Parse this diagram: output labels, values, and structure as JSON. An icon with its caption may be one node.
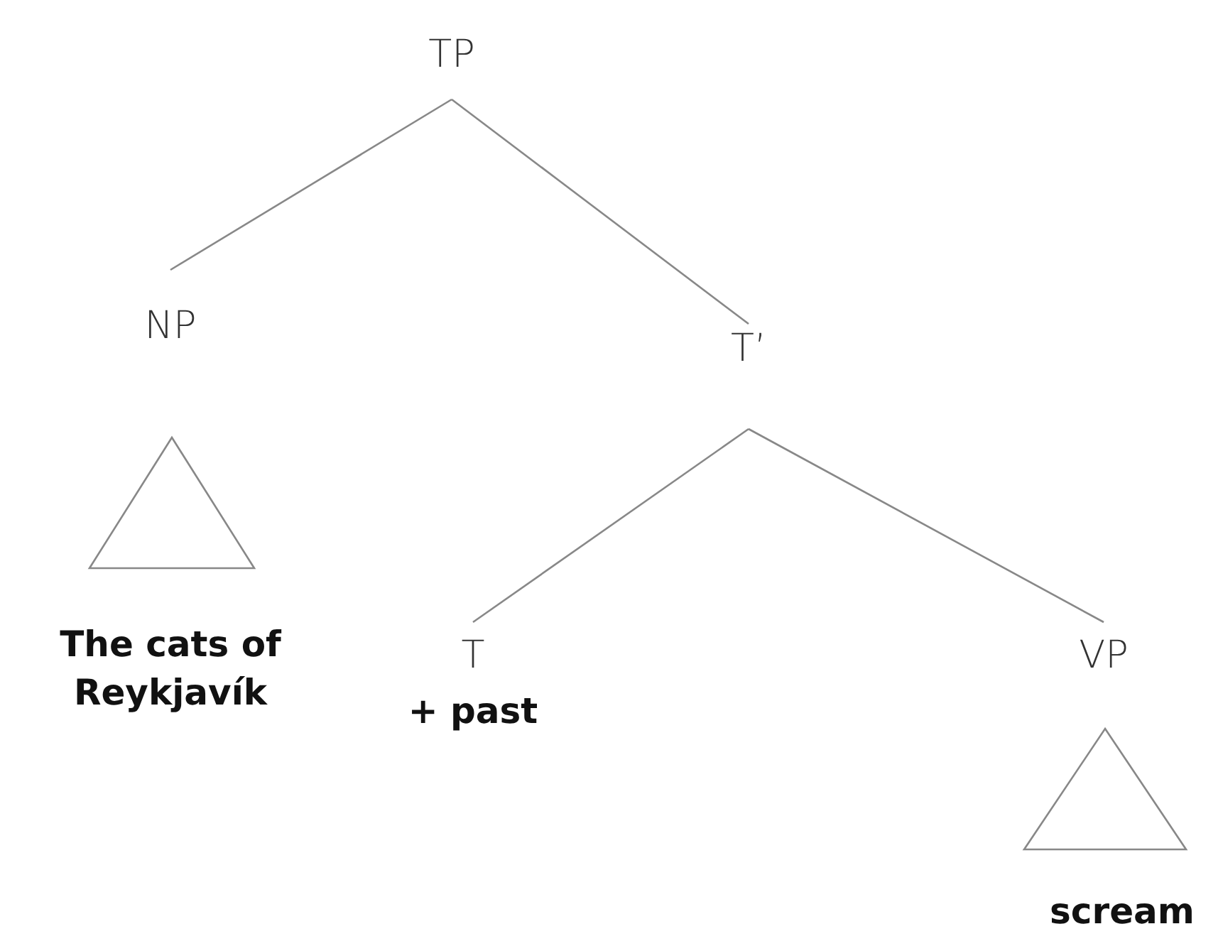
{
  "diagram": {
    "nodes": [
      {
        "text": [
          "TP"
        ]
      },
      {
        "text": [
          "NP"
        ]
      },
      {
        "text": [
          "T’"
        ]
      },
      {
        "text": [],
        "shape": "triangle"
      },
      {
        "text": [
          "The cats of Reykjavík"
        ]
      },
      {
        "text": [
          "T"
        ],
        "beside": [
          "+ past"
        ]
      },
      {
        "text": [
          "VP"
        ]
      },
      {
        "text": [],
        "shape": "triangle"
      },
      {
        "text": [
          "scream"
        ]
      }
    ],
    "edges": [
      {
        "from": 0,
        "to": 1,
        "arrow": "none"
      },
      {
        "from": 0,
        "to": 2,
        "arrow": "none"
      },
      {
        "from": 2,
        "to": 5,
        "arrow": "none"
      },
      {
        "from": 2,
        "to": 6,
        "arrow": "none"
      }
    ]
  }
}
